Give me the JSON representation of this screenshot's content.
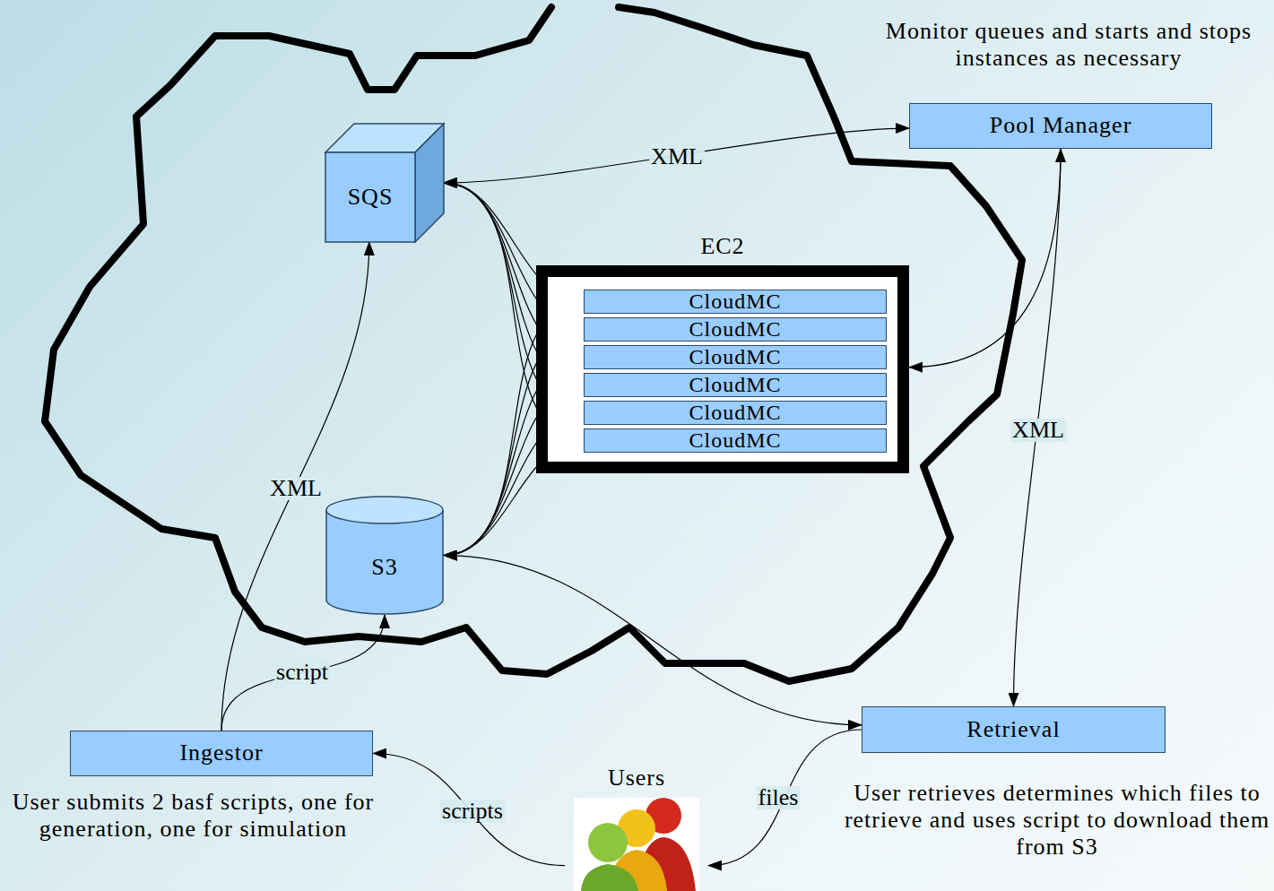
{
  "diagram": {
    "nodes": [
      {
        "text": [
          "SQS"
        ]
      },
      {
        "text": [
          "EC2"
        ]
      },
      {
        "text": [
          "CloudMC"
        ],
        "in": 1
      },
      {
        "text": [
          "CloudMC"
        ],
        "in": 1
      },
      {
        "text": [
          "CloudMC"
        ],
        "in": 1
      },
      {
        "text": [
          "CloudMC"
        ],
        "in": 1
      },
      {
        "text": [
          "CloudMC"
        ],
        "in": 1
      },
      {
        "text": [
          "CloudMC"
        ],
        "in": 1
      },
      {
        "text": [
          "S3"
        ]
      },
      {
        "text": [
          "Pool Manager"
        ]
      },
      {
        "text": [
          "Ingestor"
        ]
      },
      {
        "text": [
          "Retrieval"
        ]
      },
      {
        "text": [
          "Users"
        ]
      }
    ],
    "edges": [
      {
        "from": 10,
        "to": 0,
        "label": "XML",
        "arrow": "to"
      },
      {
        "from": 10,
        "to": 8,
        "label": "script",
        "arrow": "to"
      },
      {
        "from": 12,
        "to": 10,
        "label": "scripts",
        "arrow": "to"
      },
      {
        "from": 11,
        "to": 12,
        "label": "files",
        "arrow": "to"
      },
      {
        "from": 8,
        "to": 11,
        "arrow": "both"
      },
      {
        "from": 0,
        "to": 9,
        "label": "XML",
        "arrow": "both"
      },
      {
        "from": 9,
        "to": 1,
        "arrow": "to"
      },
      {
        "from": 9,
        "to": 11,
        "label": "XML",
        "arrow": "both"
      },
      {
        "from": 0,
        "to": 2,
        "arrow": "both"
      },
      {
        "from": 0,
        "to": 3,
        "arrow": "both"
      },
      {
        "from": 0,
        "to": 4,
        "arrow": "both"
      },
      {
        "from": 0,
        "to": 5,
        "arrow": "both"
      },
      {
        "from": 0,
        "to": 6,
        "arrow": "both"
      },
      {
        "from": 0,
        "to": 7,
        "arrow": "both"
      },
      {
        "from": 8,
        "to": 2,
        "arrow": "both"
      },
      {
        "from": 8,
        "to": 3,
        "arrow": "both"
      },
      {
        "from": 8,
        "to": 4,
        "arrow": "both"
      },
      {
        "from": 8,
        "to": 5,
        "arrow": "both"
      },
      {
        "from": 8,
        "to": 6,
        "arrow": "both"
      },
      {
        "from": 8,
        "to": 7,
        "arrow": "both"
      }
    ],
    "labels": [
      "Monitor queues and starts and stops instances as necessary",
      "User submits 2 basf scripts, one for generation, one for simulation",
      "User retrieves determines which files to retrieve and uses script to download them from S3"
    ]
  }
}
